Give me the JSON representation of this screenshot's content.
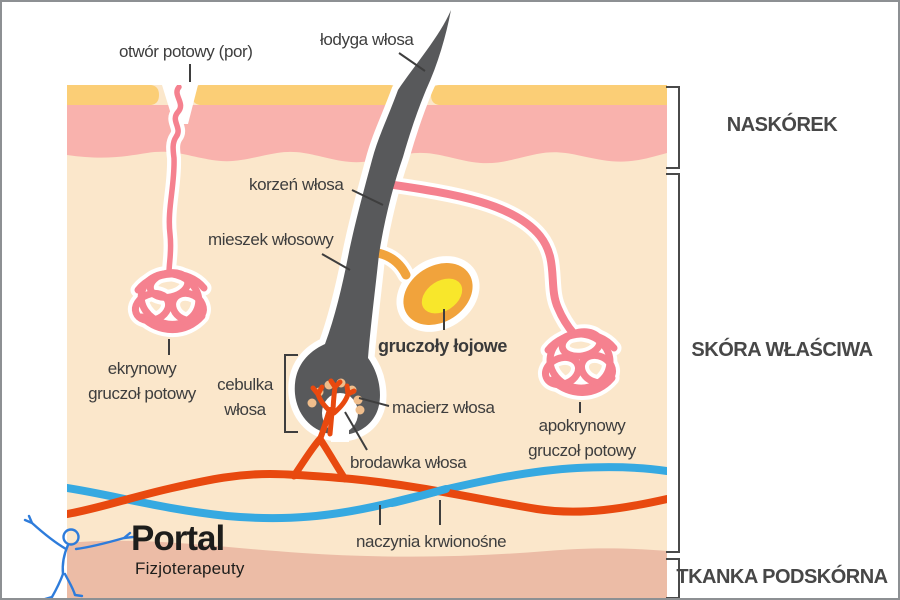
{
  "annotations": {
    "pore": "otwór potowy (por)",
    "hair_shaft": "łodyga włosa",
    "hair_root": "korzeń włosa",
    "hair_follicle": "mieszek włosowy",
    "sebaceous_glands": "gruczoły łojowe",
    "eccrine_line1": "ekrynowy",
    "eccrine_line2": "gruczoł potowy",
    "hair_bulb_line1": "cebulka",
    "hair_bulb_line2": "włosa",
    "hair_matrix": "macierz włosa",
    "hair_papilla": "brodawka włosa",
    "apocrine_line1": "apokrynowy",
    "apocrine_line2": "gruczoł potowy",
    "blood_vessels": "naczynia krwionośne"
  },
  "layer_labels": {
    "epidermis": "NASKÓREK",
    "dermis": "SKÓRA WŁAŚCIWA",
    "subcutis": "TKANKA PODSKÓRNA"
  },
  "logo": {
    "title": "Portal",
    "subtitle": "Fizjoterapeuty"
  },
  "colors": {
    "dermis_bg": "#FBE7CB",
    "epidermis_pink": "#F9B2AD",
    "surface_yellow": "#FBCE76",
    "subcutis": "#ECBCA6",
    "hair_gray": "#58595B",
    "gland_pink": "#F5818F",
    "sebaceous_orange": "#F1A33C",
    "sebaceous_yellow": "#F8E72B",
    "vessel_blue": "#36A9E1",
    "vessel_red": "#E8490F",
    "matrix_dot": "#F0BE8C",
    "logo_blue": "#2E7CDB"
  }
}
